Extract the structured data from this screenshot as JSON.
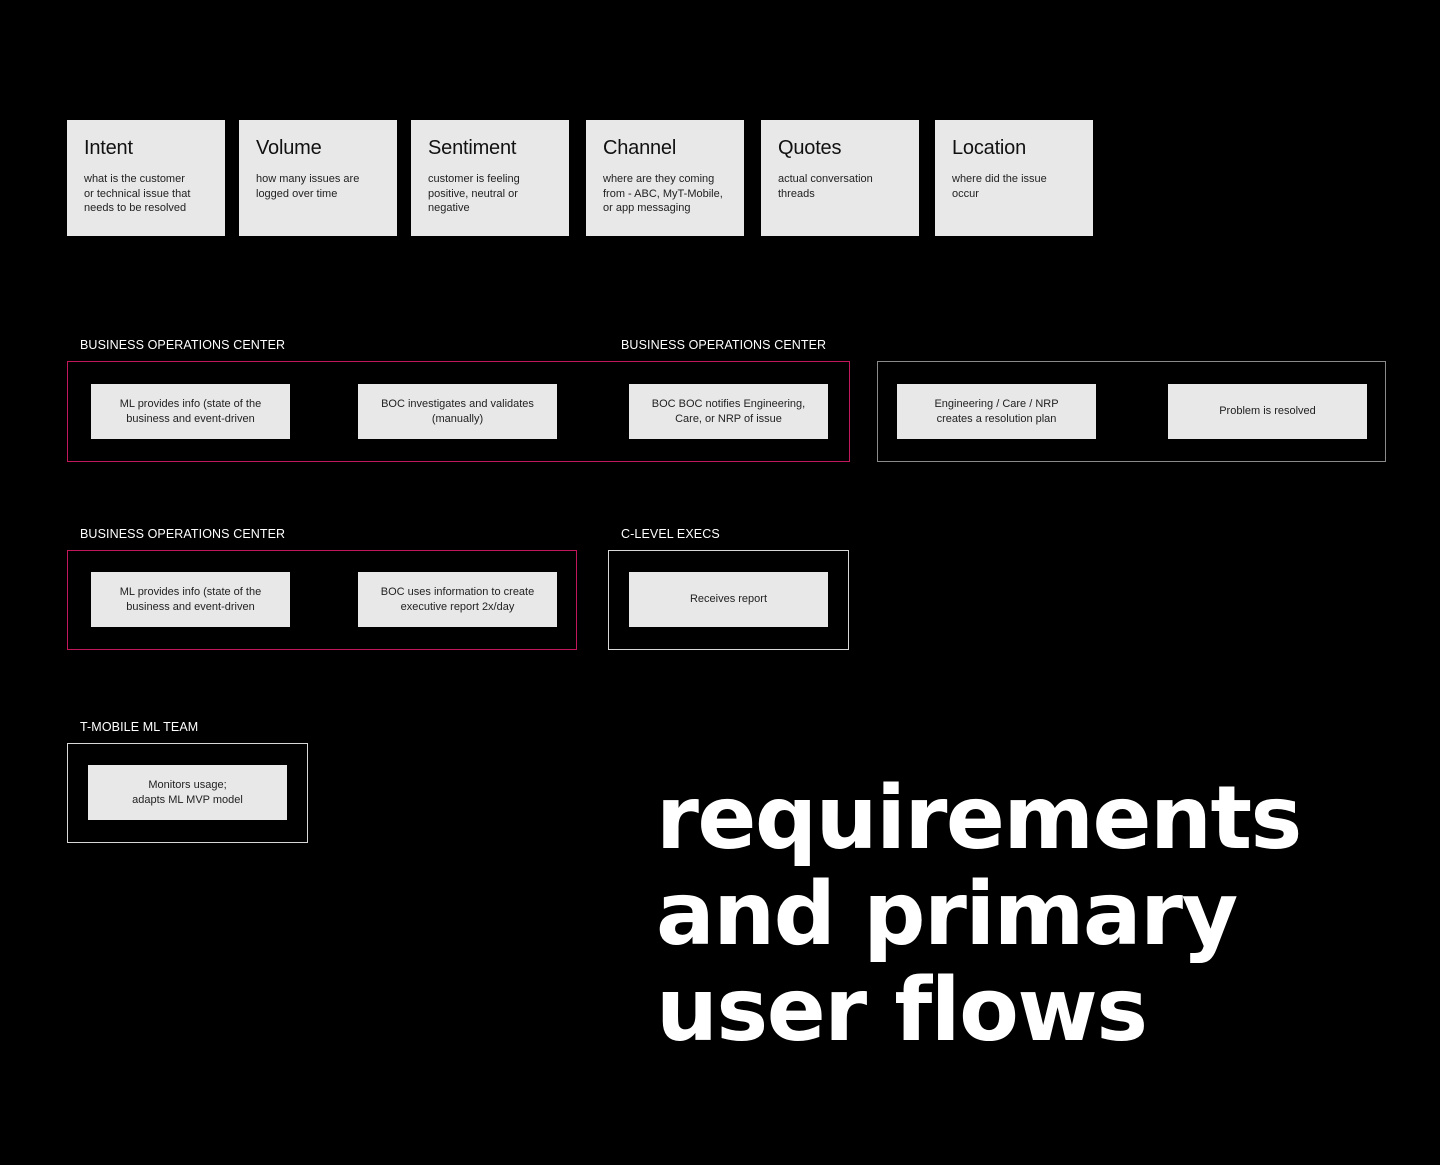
{
  "requirements": [
    {
      "title": "Intent",
      "description": "what is the customer\nor technical issue that\nneeds to be resolved"
    },
    {
      "title": "Volume",
      "description": "how many issues are\nlogged over time"
    },
    {
      "title": "Sentiment",
      "description": "customer is feeling\npositive, neutral or\nnegative"
    },
    {
      "title": "Channel",
      "description": "where are they coming\nfrom - ABC, MyT-Mobile,\nor app messaging"
    },
    {
      "title": "Quotes",
      "description": "actual conversation\nthreads"
    },
    {
      "title": "Location",
      "description": "where did the issue\noccur"
    }
  ],
  "flow1": {
    "label_left": "BUSINESS OPERATIONS CENTER",
    "label_right": "BUSINESS OPERATIONS CENTER",
    "steps": [
      "ML provides info (state of the\nbusiness and event-driven",
      "BOC investigates and validates\n(manually)",
      "BOC BOC notifies Engineering,\nCare, or NRP of issue",
      "Engineering / Care / NRP\ncreates a resolution plan",
      "Problem is resolved"
    ]
  },
  "flow2": {
    "label_left": "BUSINESS OPERATIONS CENTER",
    "label_right": "C-LEVEL EXECS",
    "steps": [
      "ML provides info (state of the\nbusiness and event-driven",
      "BOC uses information to create\nexecutive report 2x/day",
      "Receives report"
    ]
  },
  "flow3": {
    "label": "T-MOBILE ML TEAM",
    "steps": [
      "Monitors usage;\nadapts ML MVP model"
    ]
  },
  "headline": {
    "line1": "requirements",
    "line2": "and primary",
    "line3": "user flows"
  },
  "colors": {
    "background": "#000000",
    "card": "#e8e8e8",
    "accent_magenta": "#c2185b",
    "frame_grey": "#8a8a8a"
  }
}
